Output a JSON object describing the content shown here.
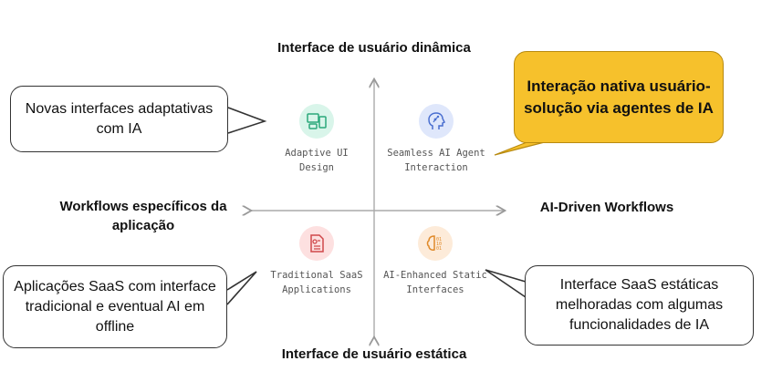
{
  "axes": {
    "top": "Interface de usuário dinâmica",
    "bottom": "Interface de usuário estática",
    "left": "Workflows específicos da aplicação",
    "right": "AI-Driven Workflows"
  },
  "quadrants": {
    "top_left": {
      "label": "Adaptive UI Design",
      "icon": "devices-icon",
      "color": "#d9f5ea"
    },
    "top_right": {
      "label": "Seamless AI Agent Interaction",
      "icon": "ai-head-icon",
      "color": "#dfe7fb"
    },
    "bottom_left": {
      "label": "Traditional SaaS Applications",
      "icon": "document-icon",
      "color": "#fde0e0"
    },
    "bottom_right": {
      "label": "AI-Enhanced Static Interfaces",
      "icon": "ai-brain-icon",
      "color": "#fdebd9"
    }
  },
  "callouts": {
    "top_left": "Novas interfaces adaptativas com IA",
    "top_right": "Interação nativa usuário-solução via agentes de IA",
    "bottom_left": "Aplicações SaaS com interface tradicional e eventual AI em offline",
    "bottom_right": "Interface SaaS estáticas melhoradas com algumas funcionalidades de IA"
  },
  "colors": {
    "highlight": "#f6c12c",
    "axis": "#aaaaaa"
  }
}
